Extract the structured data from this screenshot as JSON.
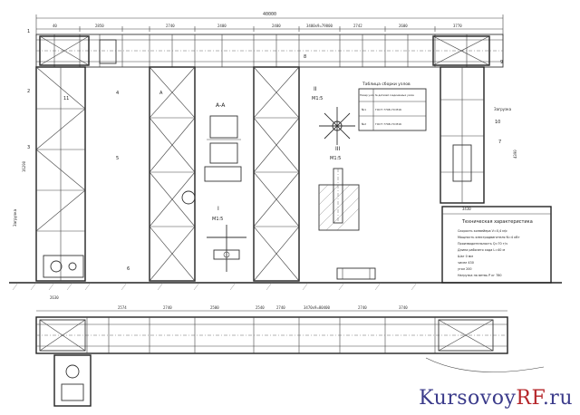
{
  "dimensions": {
    "overall": "40000",
    "top_row": [
      "40",
      "2850",
      "2740",
      "2400",
      "2400",
      "3400x9=79800",
      "2742",
      "2600",
      "3770"
    ],
    "bottom_row": [
      "2574",
      "2740",
      "2500",
      "2540",
      "2740",
      "3470x9=80400",
      "2740",
      "3740"
    ],
    "left_height": "16290",
    "right_height": "4390",
    "base_width": "2630",
    "right_base": "3430"
  },
  "section_labels": {
    "section_aa": "А-А",
    "node_1": "I",
    "node_1_scale": "М1:5",
    "node_2": "II",
    "node_2_scale": "М1:5",
    "node_3": "III",
    "node_3_scale": "М1:5",
    "cut_a": "А"
  },
  "callouts": [
    "1",
    "2",
    "3",
    "4",
    "5",
    "6",
    "7",
    "8",
    "9",
    "10",
    "11"
  ],
  "side_notes": {
    "left": "Загрузка",
    "right": "Загрузка"
  },
  "bolt_table": {
    "title": "Таблица сборки узлов",
    "headers": [
      "Номер узла",
      "№ деталей соединяемых узлов"
    ],
    "rows": [
      [
        "№1",
        "ГОСТ 7798-70  М16"
      ],
      [
        "№2",
        "ГОСТ 7798-70  М16"
      ]
    ]
  },
  "specs": {
    "title": "Техническая характеристика",
    "lines": [
      "Скорость конвейера  V=0,4 м/с",
      "Мощность электродвигателя N=4 кВт",
      "Производительность Q=70 т/ч",
      "Длина рабочего хода L=40 м",
      "Шаг 0 мм",
      "чисел      430",
      "угол       200",
      "Нагрузка на ветвь Р кг      780"
    ]
  },
  "watermark": {
    "main": "Kursovoy",
    "accent": "RF",
    "suffix": ".ru"
  }
}
